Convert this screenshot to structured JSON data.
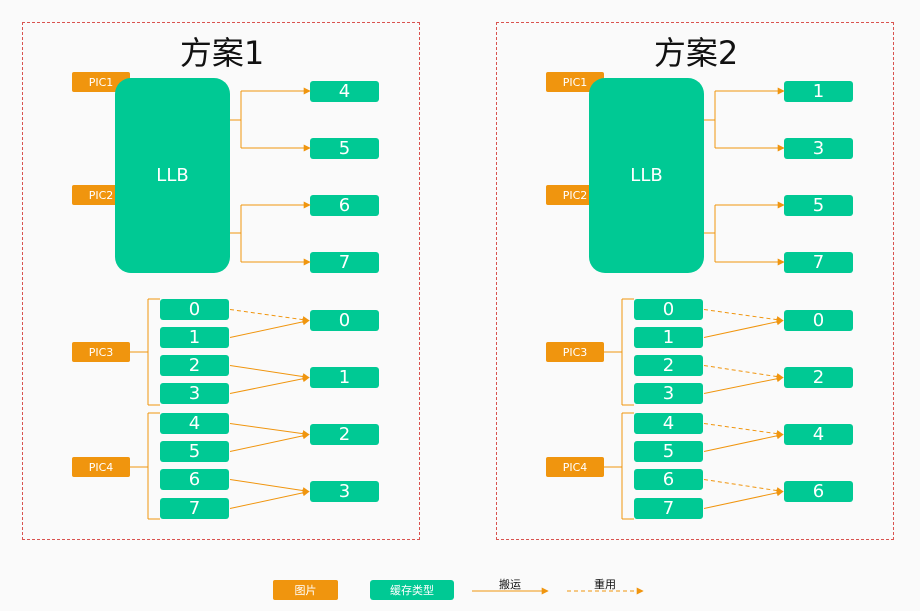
{
  "colors": {
    "orange": "#f0950e",
    "green": "#00c994",
    "border": "#d9534f"
  },
  "panels": [
    {
      "title": "方案1",
      "pic1": "PIC1",
      "pic2": "PIC2",
      "pic3": "PIC3",
      "pic4": "PIC4",
      "llb": "LLB",
      "llb_targets": [
        "4",
        "5",
        "6",
        "7"
      ],
      "left_buffers": [
        "0",
        "1",
        "2",
        "3",
        "4",
        "5",
        "6",
        "7"
      ],
      "right_buffers": [
        "0",
        "1",
        "2",
        "3"
      ],
      "connections": [
        {
          "from": 0,
          "to": 0,
          "type": "reuse"
        },
        {
          "from": 1,
          "to": 0,
          "type": "move"
        },
        {
          "from": 2,
          "to": 1,
          "type": "move"
        },
        {
          "from": 3,
          "to": 1,
          "type": "move"
        },
        {
          "from": 4,
          "to": 2,
          "type": "move"
        },
        {
          "from": 5,
          "to": 2,
          "type": "move"
        },
        {
          "from": 6,
          "to": 3,
          "type": "move"
        },
        {
          "from": 7,
          "to": 3,
          "type": "move"
        }
      ]
    },
    {
      "title": "方案2",
      "pic1": "PIC1",
      "pic2": "PIC2",
      "pic3": "PIC3",
      "pic4": "PIC4",
      "llb": "LLB",
      "llb_targets": [
        "1",
        "3",
        "5",
        "7"
      ],
      "left_buffers": [
        "0",
        "1",
        "2",
        "3",
        "4",
        "5",
        "6",
        "7"
      ],
      "right_buffers": [
        "0",
        "2",
        "4",
        "6"
      ],
      "connections": [
        {
          "from": 0,
          "to": 0,
          "type": "reuse"
        },
        {
          "from": 1,
          "to": 0,
          "type": "move"
        },
        {
          "from": 2,
          "to": 1,
          "type": "reuse"
        },
        {
          "from": 3,
          "to": 1,
          "type": "move"
        },
        {
          "from": 4,
          "to": 2,
          "type": "reuse"
        },
        {
          "from": 5,
          "to": 2,
          "type": "move"
        },
        {
          "from": 6,
          "to": 3,
          "type": "reuse"
        },
        {
          "from": 7,
          "to": 3,
          "type": "move"
        }
      ]
    }
  ],
  "legend": {
    "picture": "图片",
    "cache_type": "缓存类型",
    "move": "搬运",
    "reuse": "重用"
  }
}
